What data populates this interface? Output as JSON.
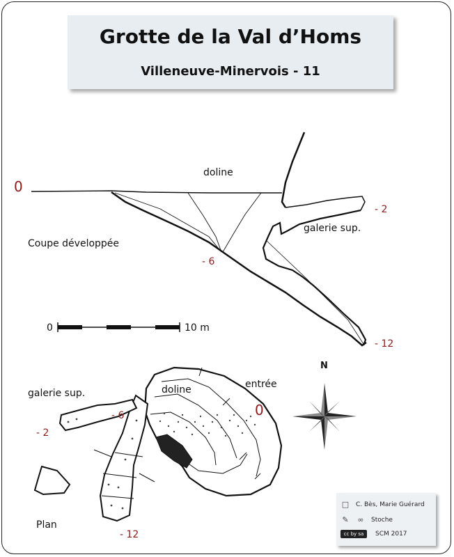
{
  "title": "Grotte de la Val d’Homs",
  "subtitle": "Villeneuve-Minervois - 11",
  "section": {
    "label_doline": "doline",
    "label_galerie": "galerie sup.",
    "label_coupe": "Coupe développée",
    "depth_0": "0",
    "depth_m2": "- 2",
    "depth_m6": "- 6",
    "depth_m12": "- 12"
  },
  "scale": {
    "label_start": "0",
    "label_end": "10 m"
  },
  "compass": {
    "north": "N"
  },
  "plan": {
    "label_galerie": "galerie sup.",
    "label_doline": "doline",
    "label_entree": "entrée",
    "label_plan": "Plan",
    "depth_0": "0",
    "depth_m2": "- 2",
    "depth_m6": "- 6",
    "depth_m12": "- 12"
  },
  "credits": {
    "authors": "C. Bès, Marie Guérard",
    "tool": "Stoche",
    "license": "cc by sa",
    "org": "SCM 2017"
  },
  "colors": {
    "depth_red": "#8b1a1a",
    "title_box": "#e8edf1"
  }
}
